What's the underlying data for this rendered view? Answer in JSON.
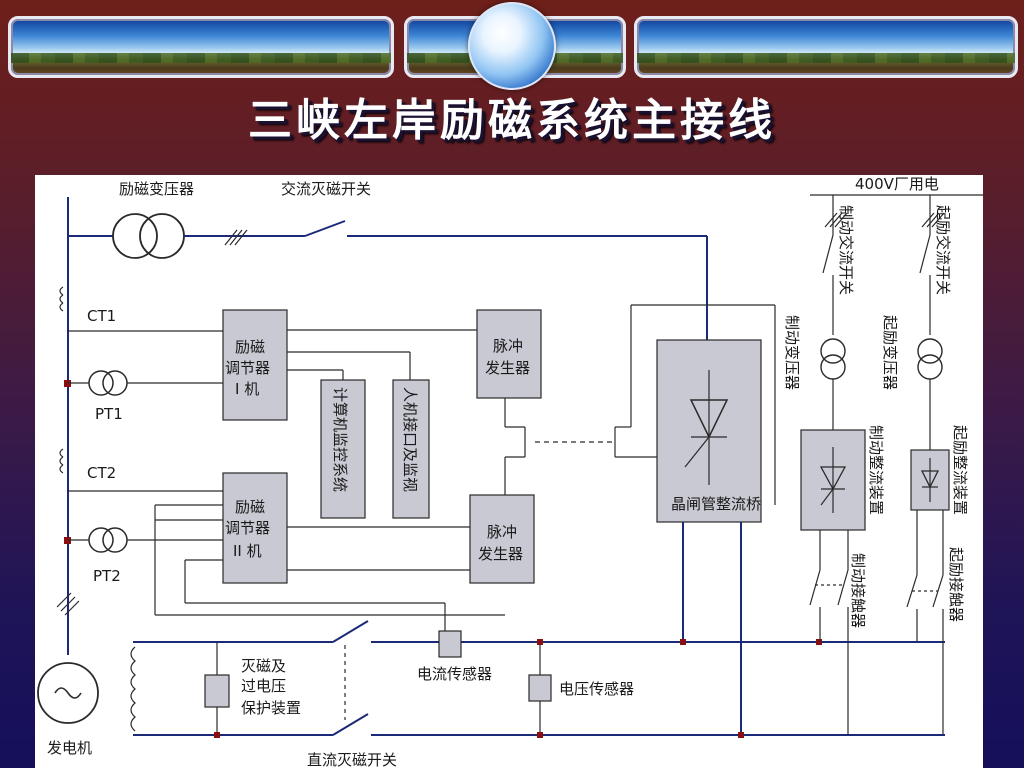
{
  "slide": {
    "title": "三峡左岸励磁系统主接线"
  },
  "diagram": {
    "labels": {
      "excitation_transformer": "励磁变压器",
      "ac_breaker": "交流灭磁开关",
      "aux_power": "400V厂用电",
      "ct1": "CT1",
      "pt1": "PT1",
      "ct2": "CT2",
      "pt2": "PT2",
      "regulator1_l1": "励磁",
      "regulator1_l2": "调节器",
      "regulator1_l3": "I 机",
      "regulator2_l1": "励磁",
      "regulator2_l2": "调节器",
      "regulator2_l3": "II 机",
      "computer_monitor": "计算机监控系统",
      "hmi_monitor": "人机接口及监视",
      "pulse_gen1_l1": "脉冲",
      "pulse_gen1_l2": "发生器",
      "pulse_gen2_l1": "脉冲",
      "pulse_gen2_l2": "发生器",
      "thyristor_bridge": "晶闸管整流桥",
      "brake_ac_switch": "制动交流开关",
      "start_ac_switch": "起励交流开关",
      "brake_transformer": "制动变压器",
      "start_transformer": "起励变压器",
      "brake_rectifier": "制动整流装置",
      "start_rectifier": "起励整流装置",
      "brake_contactor": "制动接触器",
      "start_contactor": "起励接触器",
      "deexcitation_l1": "灭磁及",
      "deexcitation_l2": "过电压",
      "deexcitation_l3": "保护装置",
      "current_sensor": "电流传感器",
      "voltage_sensor": "电压传感器",
      "generator": "发电机",
      "dc_breaker": "直流灭磁开关"
    }
  }
}
